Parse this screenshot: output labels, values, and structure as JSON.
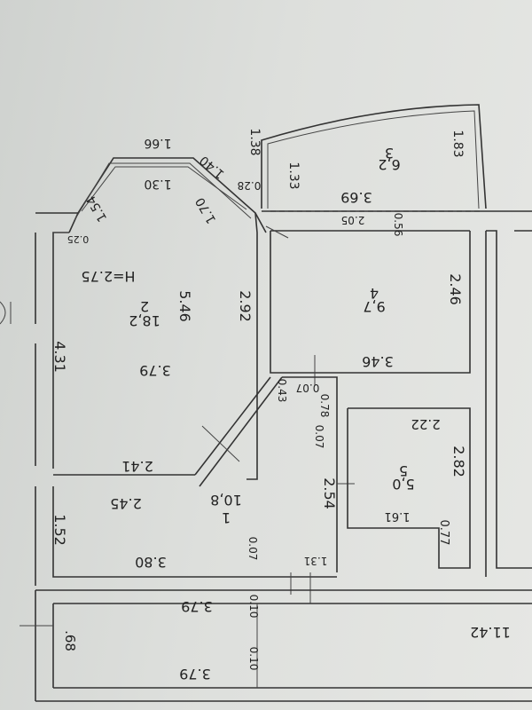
{
  "labels": {
    "d_166": "1.66",
    "d_130": "1.30",
    "d_154": "1.54",
    "d_170": "1.70",
    "d_140": "1.40",
    "d_028": "0.28",
    "d_138": "1.38",
    "d_133": "1.33",
    "d_183": "1.83",
    "room3_name": "3",
    "room3_area": "6,2",
    "d_369": "3.69",
    "d_205": "2.05",
    "d_056": "0.56",
    "d_025": "0.25",
    "height": "H=2.75",
    "room2_name": "2",
    "room2_area": "18,2",
    "d_546": "5.46",
    "d_292": "2.92",
    "room4_name": "4",
    "room4_area": "9,7",
    "d_246": "2.46",
    "d_431": "4.31",
    "d_379a": "3.79",
    "d_346": "3.46",
    "d_043": "0.43",
    "d_007a": "0.07",
    "d_078": "0.78",
    "d_222": "2.22",
    "d_007b": "0.07",
    "d_282": "2.82",
    "room5_name": "5",
    "room5_area": "5,0",
    "d_241": "2.41",
    "d_254": "2.54",
    "d_245": "2.45",
    "room1_name": "1",
    "room1_area": "10,8",
    "d_161": "1.61",
    "d_077": "0.77",
    "d_152": "1.52",
    "d_007c": "0.07",
    "d_380": "3.80",
    "d_131": "1.31",
    "d_379b": "3.79",
    "d_010a": "0.10",
    "d_1142": "11.42",
    "d_068": ".68",
    "d_010b": "0.10",
    "d_379c": "3.79"
  }
}
